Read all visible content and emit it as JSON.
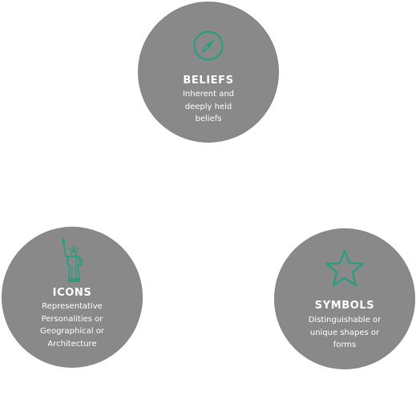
{
  "colors": {
    "circle": "#8a8989",
    "accent": "#2a9d7e",
    "text": "#ffffff",
    "background": "#ffffff"
  },
  "nodes": [
    {
      "id": "beliefs",
      "icon": "compass-icon",
      "title": "BELIEFS",
      "description": "Inherent and\ndeeply held\nbeliefs"
    },
    {
      "id": "icons",
      "icon": "statue-of-liberty-icon",
      "title": "ICONS",
      "description": "Representative\nPersonalities or\nGeographical or\nArchitecture"
    },
    {
      "id": "symbols",
      "icon": "star-icon",
      "title": "SYMBOLS",
      "description": "Distinguishable or\nunique shapes or\nforms"
    }
  ]
}
